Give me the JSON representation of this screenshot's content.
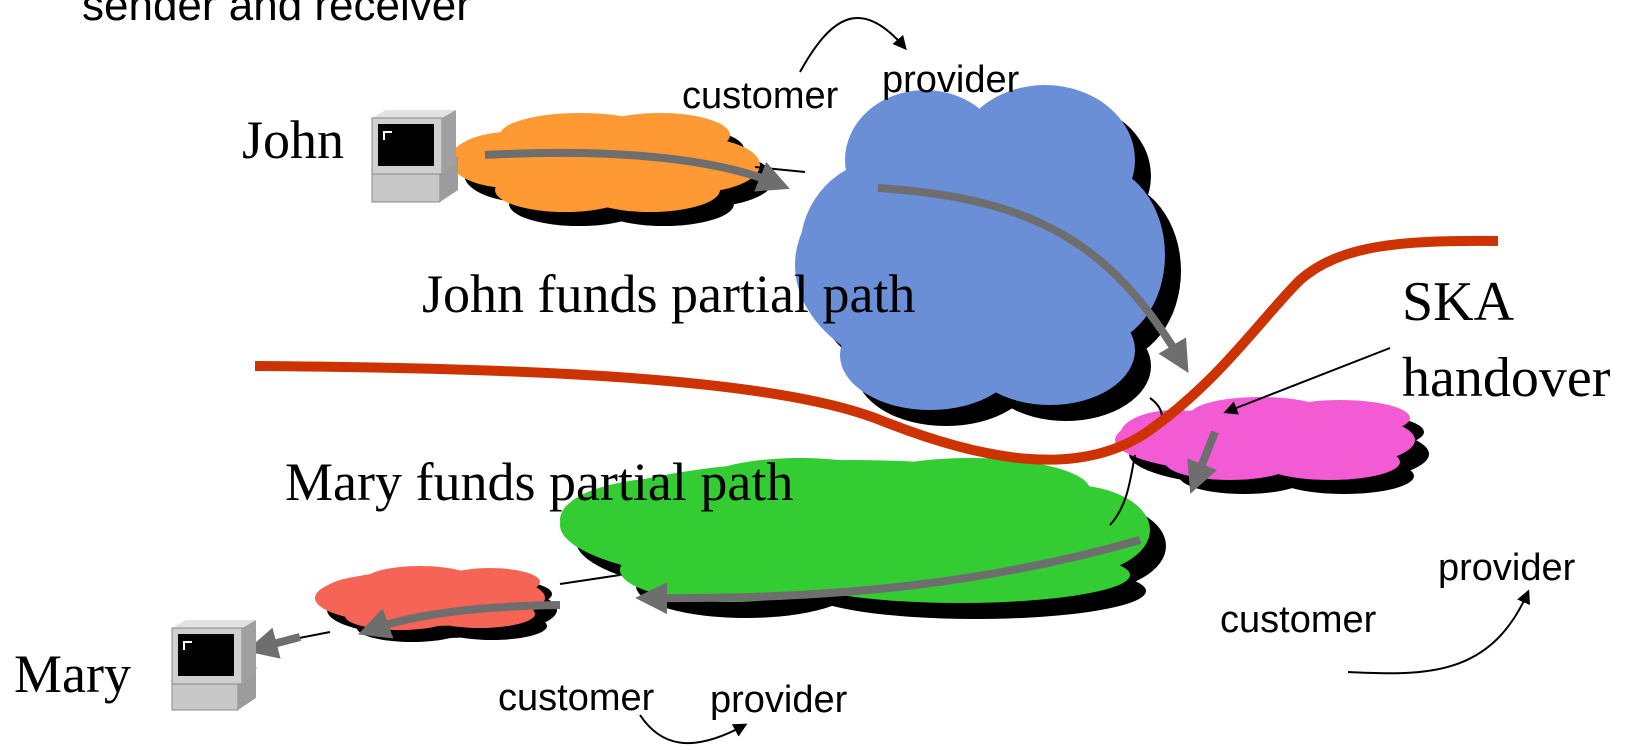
{
  "heading": "sender and receiver",
  "hosts": {
    "john": "John",
    "mary": "Mary"
  },
  "captions": {
    "john_funds": "John funds partial path",
    "mary_funds": "Mary funds partial path",
    "ska_line1": "SKA",
    "ska_line2": "handover"
  },
  "labels": {
    "top_customer": "customer",
    "top_provider": "provider",
    "right_provider": "provider",
    "right_customer": "customer",
    "bottom_customer": "customer",
    "bottom_provider": "provider"
  },
  "colors": {
    "orange_cloud": "#FF9933",
    "blue_cloud": "#6A8FD6",
    "green_cloud": "#33CC33",
    "pink_cloud": "#F25BD3",
    "red_cloud": "#F56455",
    "boundary_line": "#CC3300",
    "path_arrow": "#6E6E6E"
  }
}
